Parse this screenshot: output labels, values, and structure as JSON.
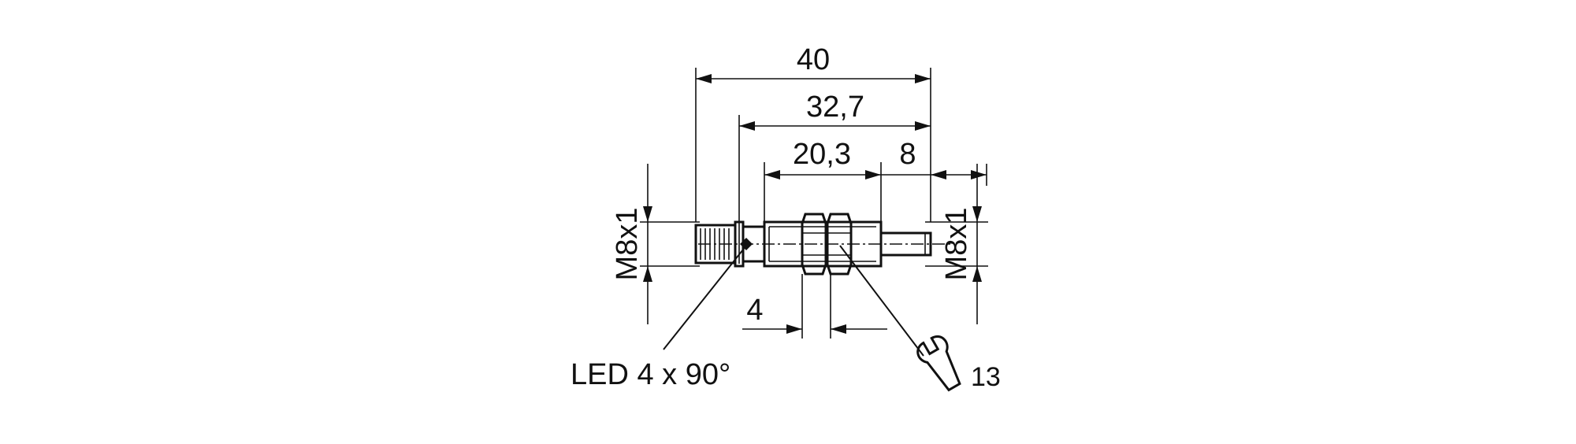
{
  "drawing": {
    "dimensions": {
      "overall_length": "40",
      "thread_length": "32,7",
      "thread_to_body": "20,3",
      "sensing_face": "8",
      "nut_width": "4",
      "thread_left": "M8x1",
      "thread_right": "M8x1"
    },
    "labels": {
      "led": "LED 4 x 90°",
      "wrench_size": "13"
    },
    "icons": [
      "wrench-icon",
      "led-marker-icon"
    ],
    "colors": {
      "line": "#111111",
      "background": "#ffffff"
    }
  }
}
